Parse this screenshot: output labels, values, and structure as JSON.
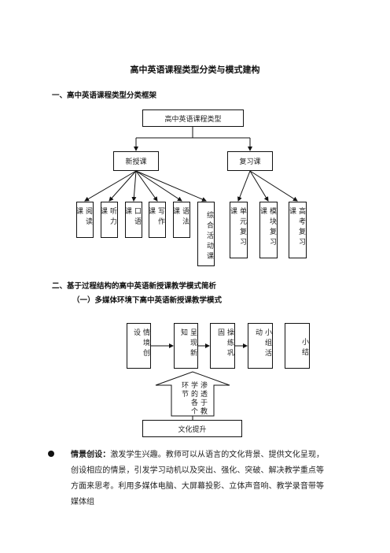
{
  "title": "高中英语课程类型分类与模式建构",
  "section1": {
    "heading": "一、高中英语课程类型分类框架",
    "root": "高中英语课程类型",
    "new_course": "新授课",
    "review_course": "复习课",
    "new_children": [
      "阅读课",
      "听力课",
      "口语课",
      "写作课",
      "语法课",
      "综合活动课"
    ],
    "review_children": [
      "单元复习课",
      "模块复习课",
      "高考复习课"
    ]
  },
  "section2": {
    "heading": "二、基于过程结构的高中英语新授课教学模式简析",
    "subheading": "（一）多媒体环境下高中英语新授课教学模式",
    "steps": [
      "情境创设",
      "呈现新知",
      "操练巩固",
      "小组活动",
      "小结"
    ],
    "arrow_col1": "环节",
    "arrow_col2": "学的各个",
    "arrow_col3": "渗透于教",
    "culture": "文化提升"
  },
  "paragraph": {
    "term": "情景创设：",
    "text": "激发学生兴趣。教师可以从语言的文化背景、提供文化呈现，创设相应的情景，引发学习动机以及突出、强化、突破、解决教学重点等方面来思考。利用多媒体电脑、大屏幕投影、立体声音响、教学录音带等媒体组"
  }
}
